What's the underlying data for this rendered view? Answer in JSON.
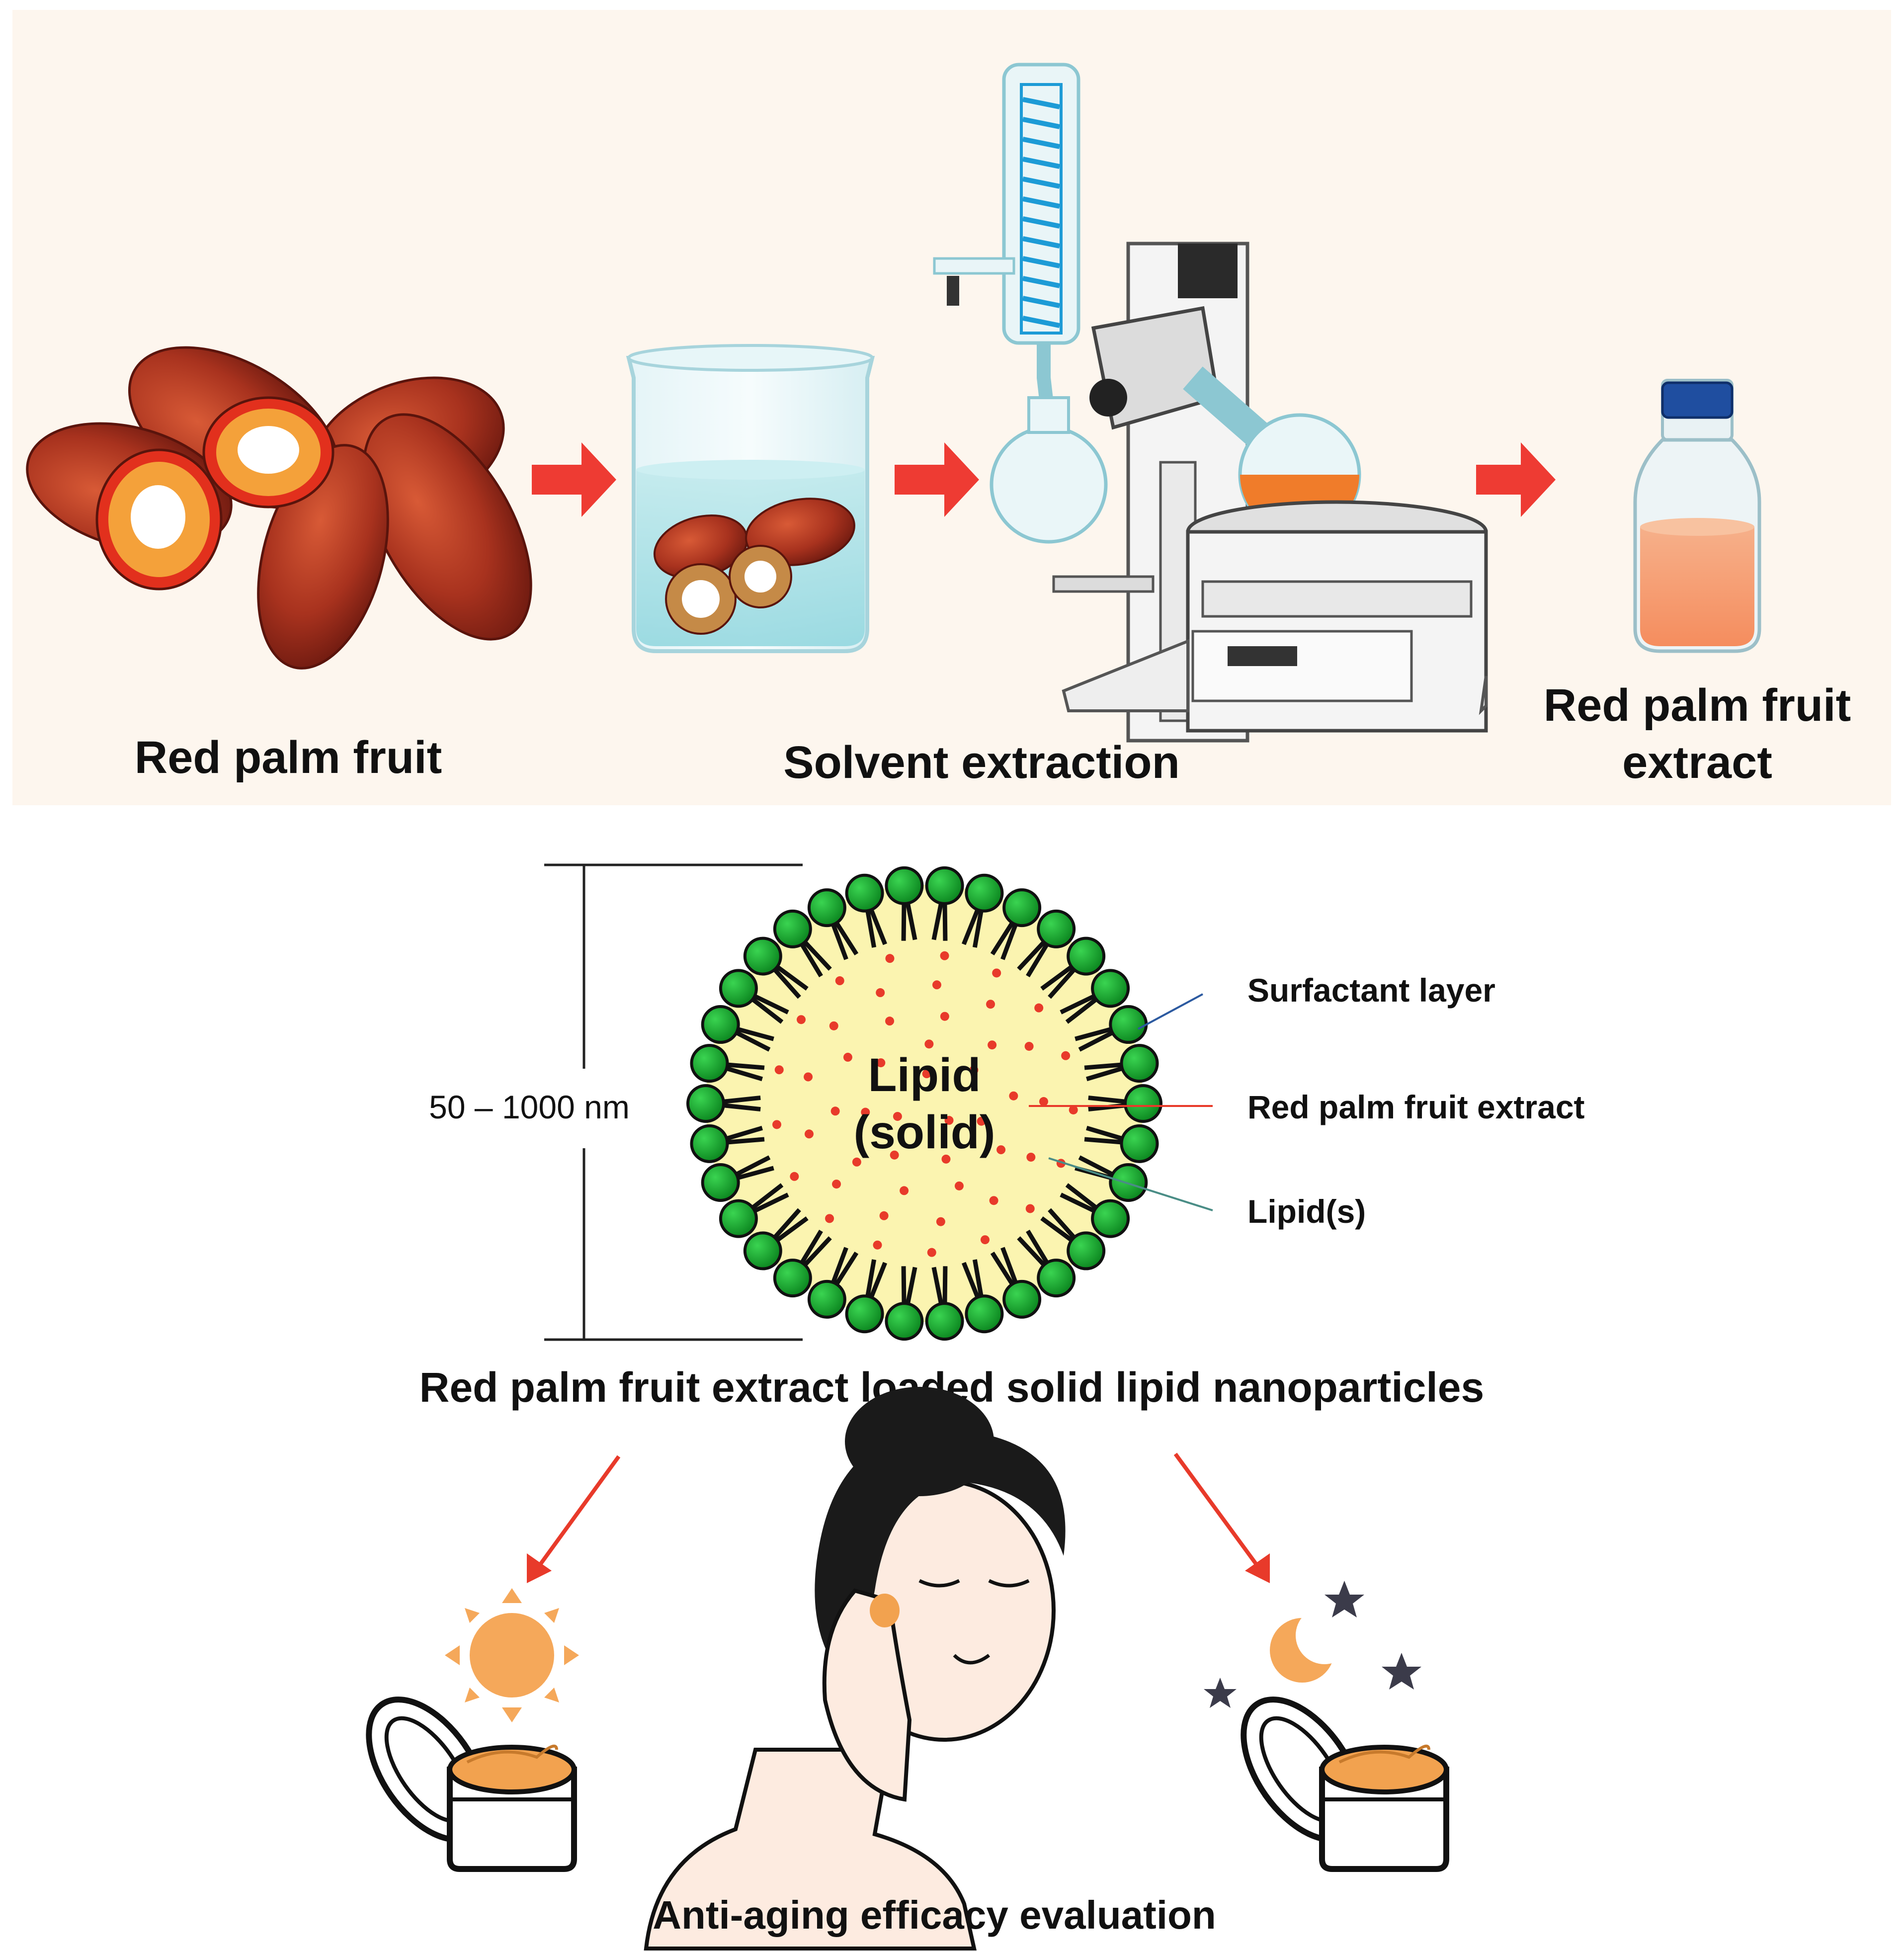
{
  "process": {
    "step1_label": "Red palm fruit",
    "step2_label": "Solvent extraction",
    "step3_label_line1": "Red palm fruit",
    "step3_label_line2": "extract"
  },
  "nanoparticle": {
    "size_label": "50 – 1000 nm",
    "core_label_line1": "Lipid",
    "core_label_line2": "(solid)",
    "callout_surfactant": "Surfactant layer",
    "callout_extract": "Red palm fruit extract",
    "callout_lipids": "Lipid(s)",
    "title": "Red palm fruit extract loaded solid lipid nanoparticles"
  },
  "evaluation": {
    "title": "Anti-aging efficacy evaluation",
    "day_icon": "sun-icon",
    "night_icon": "moon-icon"
  },
  "colors": {
    "panel_bg": "#fdf6ee",
    "arrow": "#ee3b33",
    "palm_fruit": "#a8321e",
    "extract_orange": "#f59a6e",
    "lipid_core": "#fbf4b0",
    "surfactant_head": "#16a12e",
    "extract_dot": "#e83a2a",
    "cream": "#f2a24f",
    "sun": "#f5a85a",
    "star": "#3b3b4a"
  }
}
